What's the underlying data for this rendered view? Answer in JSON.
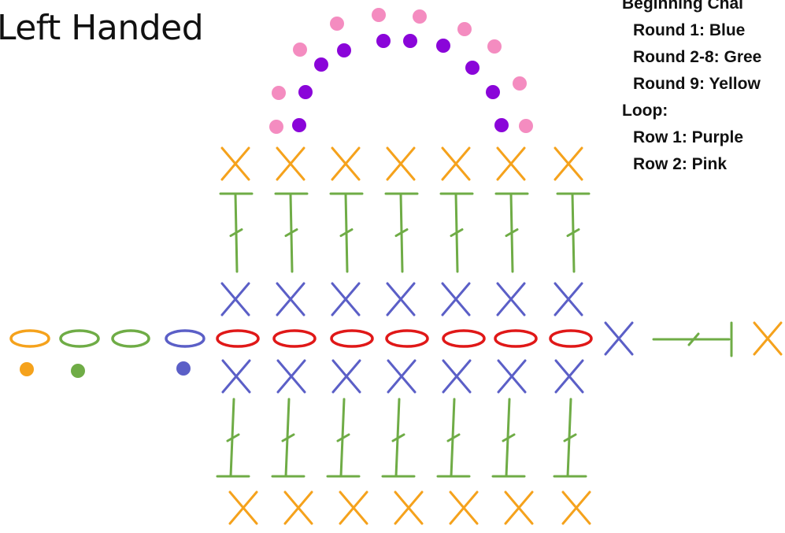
{
  "title": "Left Handed",
  "legend": {
    "heading": "Beginning Chai",
    "items": [
      "Round 1: Blue",
      "Round 2-8: Gree",
      "Round 9: Yellow"
    ],
    "loop_heading": "Loop:",
    "loop_items": [
      "Row 1: Purple",
      "Row 2: Pink"
    ]
  },
  "colors": {
    "orange": "#f5a21c",
    "green": "#6fac46",
    "blue": "#5b5fc7",
    "red": "#e01818",
    "purple": "#8a05d9",
    "pink": "#f48cc0"
  },
  "symbols": {
    "single_crochet": "x-mark",
    "chain": "oval",
    "double_crochet": "t-mark-with-slash",
    "slip_knot": "dot"
  }
}
